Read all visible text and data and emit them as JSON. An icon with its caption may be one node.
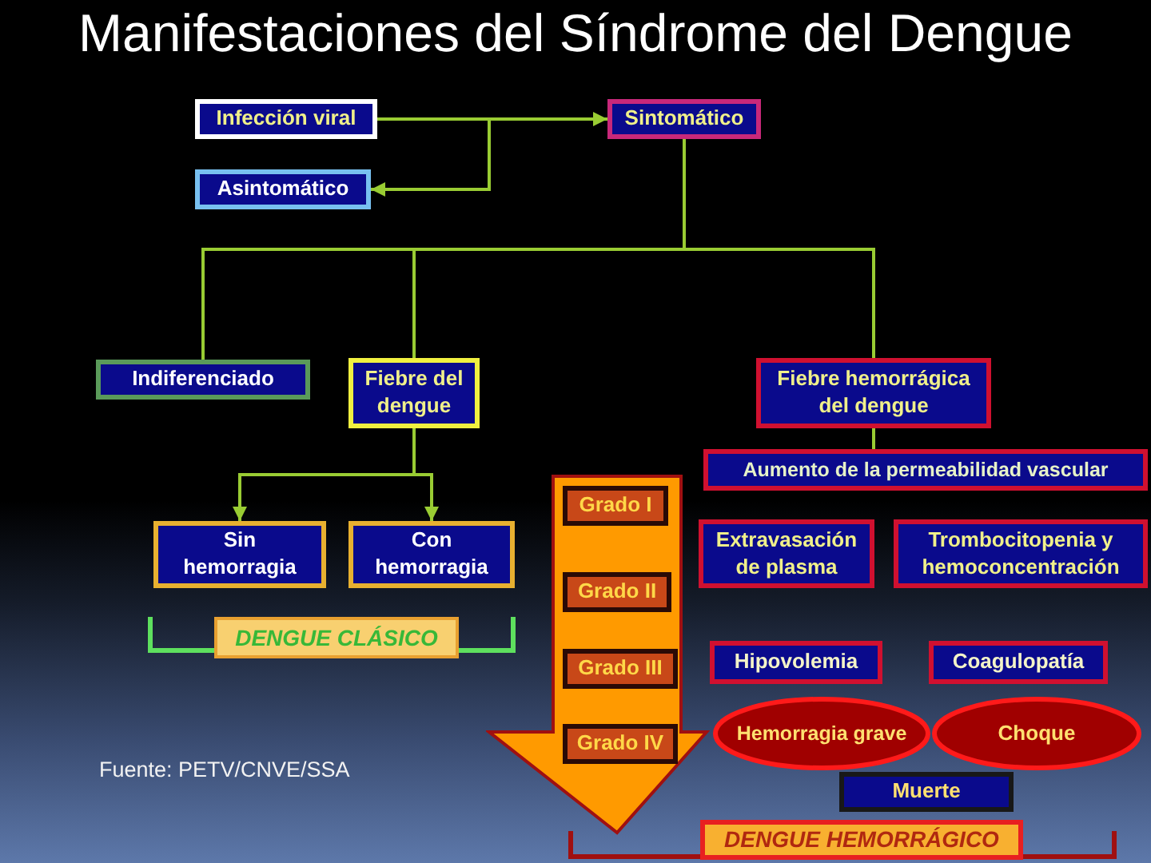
{
  "diagram": {
    "title": "Manifestaciones del Síndrome del Dengue",
    "nodes": [
      {
        "text": [
          "Infección viral"
        ]
      },
      {
        "text": [
          "Sintomático"
        ]
      },
      {
        "text": [
          "Asintomático"
        ]
      },
      {
        "text": [
          "Indiferenciado"
        ]
      },
      {
        "text": [
          "Fiebre del dengue"
        ]
      },
      {
        "text": [
          "Fiebre hemorrágica del dengue"
        ]
      },
      {
        "text": [
          "Aumento de la permeabilidad vascular"
        ]
      },
      {
        "text": [
          "Sin hemorragia"
        ]
      },
      {
        "text": [
          "Con hemorragia"
        ]
      },
      {
        "text": [
          "DENGUE CLÁSICO"
        ]
      },
      {
        "text": [],
        "shape": "arrow"
      },
      {
        "text": [
          "Grado I"
        ],
        "in": 10
      },
      {
        "text": [
          "Grado II"
        ],
        "in": 10
      },
      {
        "text": [
          "Grado III"
        ],
        "in": 10
      },
      {
        "text": [
          "Grado IV"
        ],
        "in": 10
      },
      {
        "text": [
          "Extravasación de plasma"
        ]
      },
      {
        "text": [
          "Trombocitopenia y hemoconcentración"
        ]
      },
      {
        "text": [
          "Hipovolemia"
        ]
      },
      {
        "text": [
          "Coagulopatía"
        ]
      },
      {
        "text": [
          "Hemorragia grave"
        ]
      },
      {
        "text": [
          "Choque"
        ]
      },
      {
        "text": [
          "Muerte"
        ]
      },
      {
        "text": [
          "DENGUE HEMORRÁGICO"
        ]
      }
    ],
    "edges": [
      {
        "from": 0,
        "to": 1,
        "arrow": "to"
      },
      {
        "from": 0,
        "to": 2,
        "arrow": "to"
      },
      {
        "from": 1,
        "to": 3,
        "arrow": "none"
      },
      {
        "from": 1,
        "to": 4,
        "arrow": "none"
      },
      {
        "from": 1,
        "to": 5,
        "arrow": "none"
      },
      {
        "from": 5,
        "to": 6,
        "arrow": "none"
      },
      {
        "from": 4,
        "to": 7,
        "arrow": "to"
      },
      {
        "from": 4,
        "to": 8,
        "arrow": "to"
      }
    ],
    "labels": [
      "Fuente: PETV/CNVE/SSA"
    ]
  }
}
